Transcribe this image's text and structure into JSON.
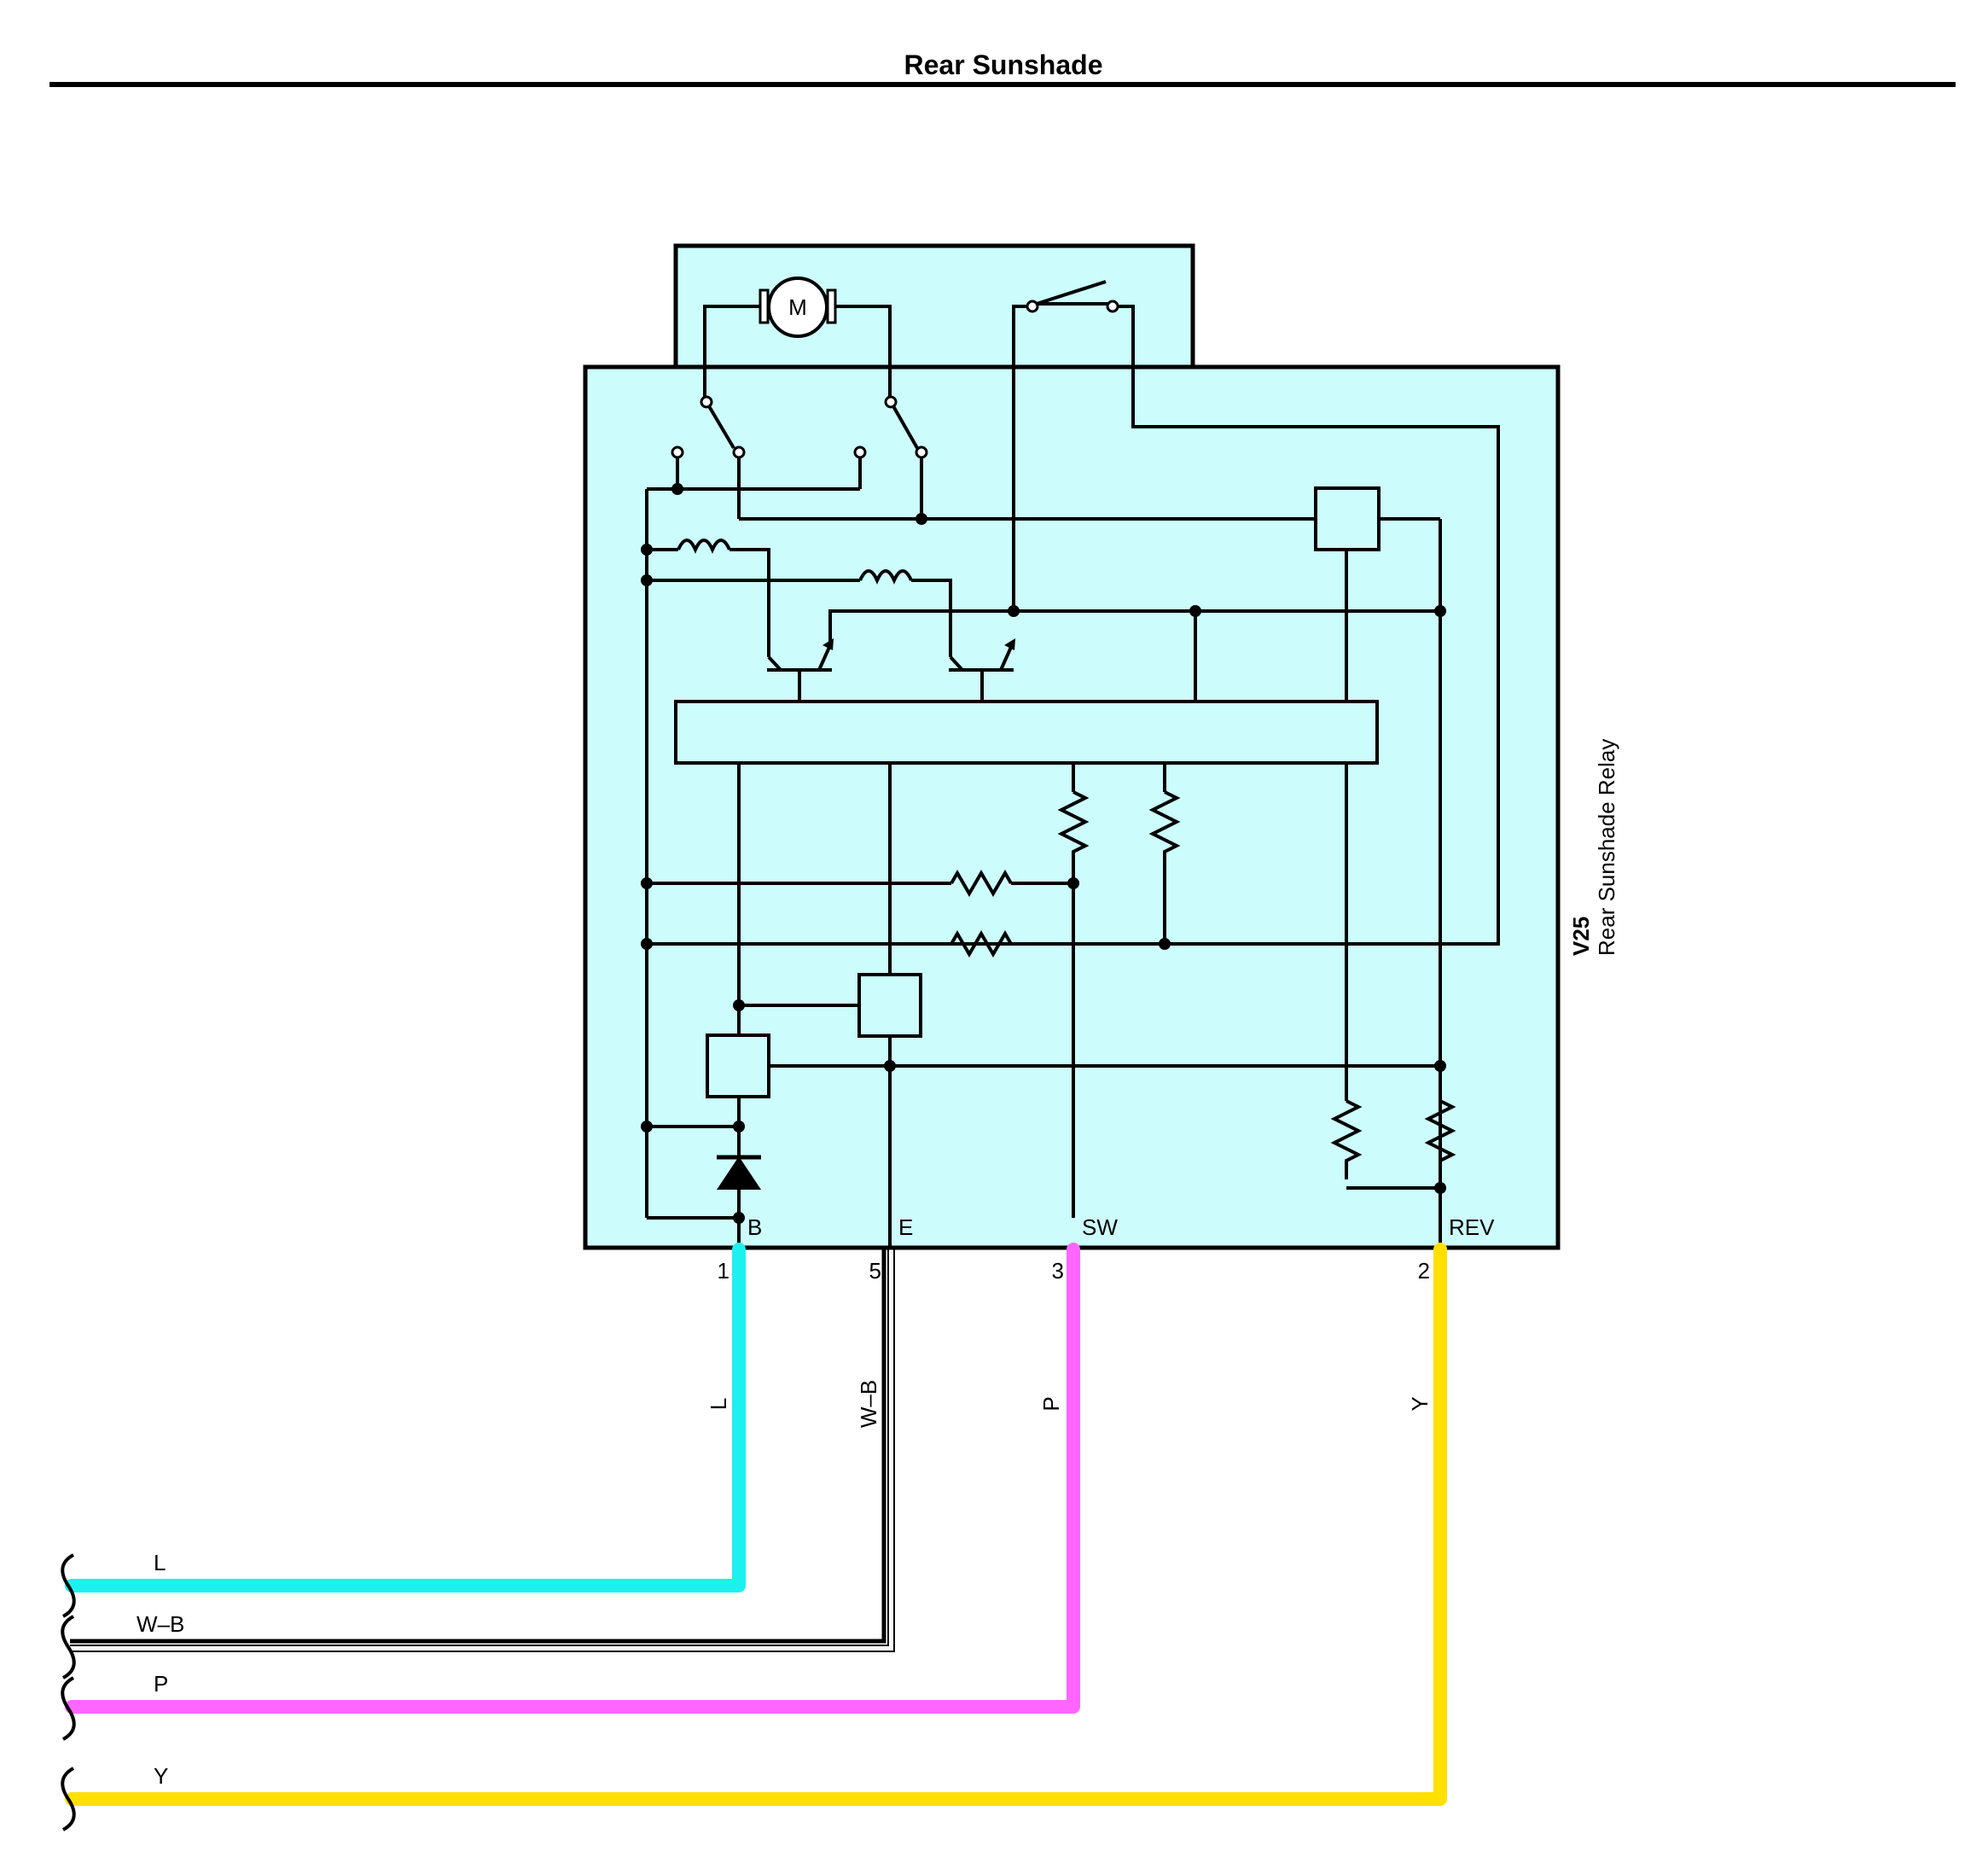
{
  "page": {
    "title": "Rear Sunshade"
  },
  "component": {
    "code": "V25",
    "name": "Rear Sunshade Relay",
    "motor_label": "M"
  },
  "terminals": [
    {
      "name": "B",
      "pin": "1"
    },
    {
      "name": "E",
      "pin": "5"
    },
    {
      "name": "SW",
      "pin": "3"
    },
    {
      "name": "REV",
      "pin": "2"
    }
  ],
  "wires": [
    {
      "code": "L",
      "color": "#1ef0f0"
    },
    {
      "code": "W–B",
      "color": "#000000"
    },
    {
      "code": "P",
      "color": "#ff66ff"
    },
    {
      "code": "Y",
      "color": "#ffe000"
    }
  ],
  "colors": {
    "relay_fill": "#ccfcfc",
    "line": "#000000"
  }
}
